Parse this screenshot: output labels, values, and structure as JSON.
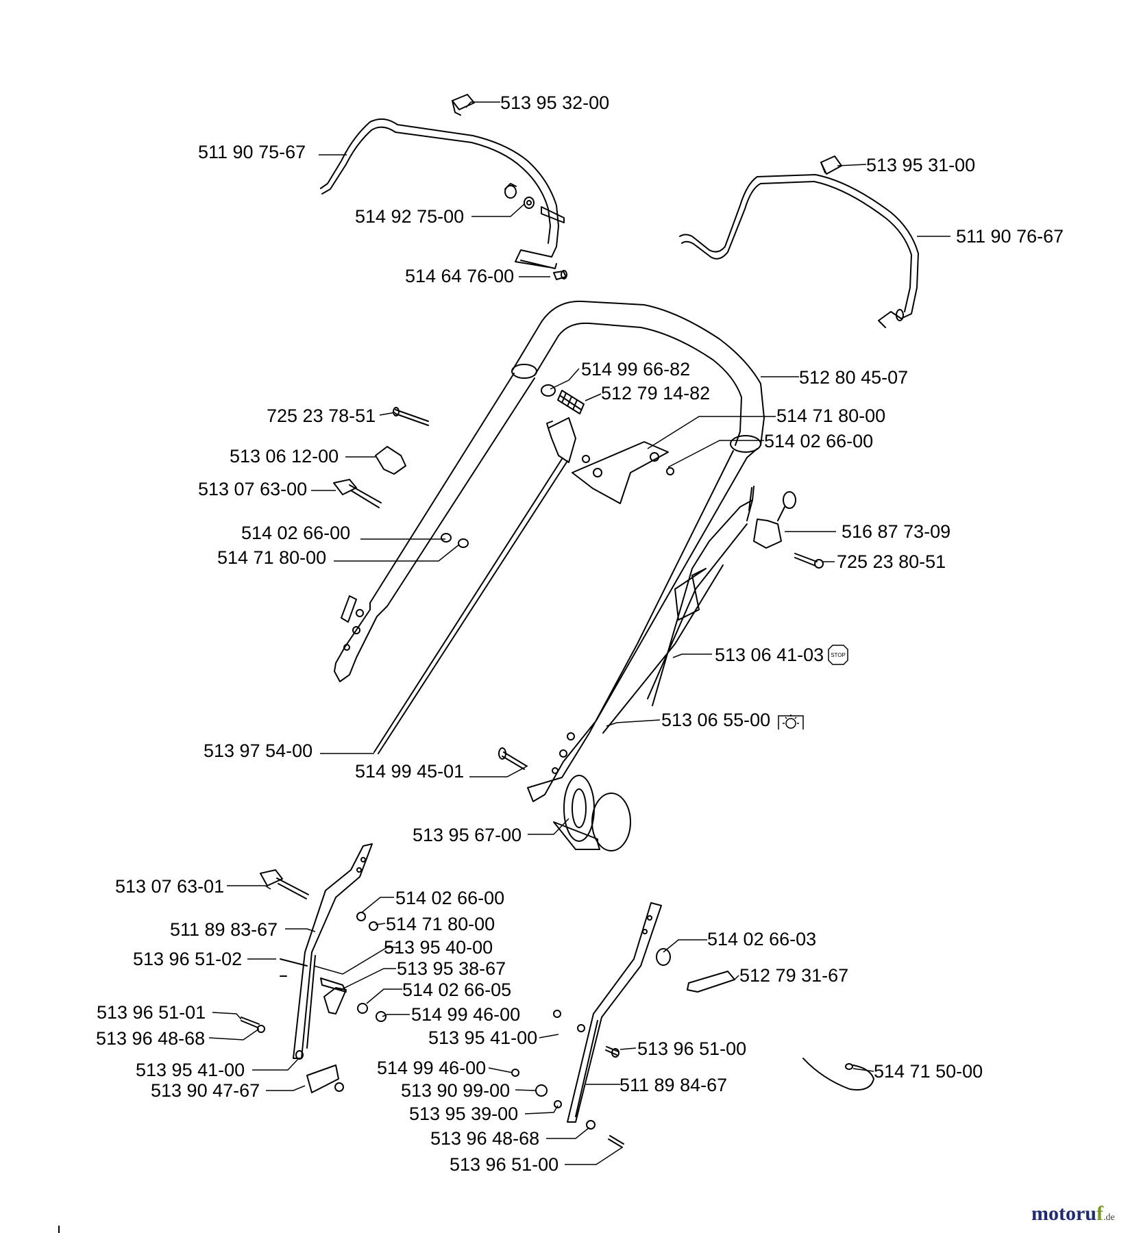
{
  "parts": [
    {
      "id": "p01",
      "label": "513 95 32-00"
    },
    {
      "id": "p02",
      "label": "511 90 75-67"
    },
    {
      "id": "p03",
      "label": "513 95 31-00"
    },
    {
      "id": "p04",
      "label": "514 92 75-00"
    },
    {
      "id": "p05",
      "label": "511 90 76-67"
    },
    {
      "id": "p06",
      "label": "514 64 76-00"
    },
    {
      "id": "p07",
      "label": "514 99 66-82"
    },
    {
      "id": "p08",
      "label": "512 80 45-07"
    },
    {
      "id": "p09",
      "label": "512 79 14-82"
    },
    {
      "id": "p10",
      "label": "725 23 78-51"
    },
    {
      "id": "p11",
      "label": "514 71 80-00"
    },
    {
      "id": "p12",
      "label": "514 02 66-00"
    },
    {
      "id": "p13",
      "label": "513 06 12-00"
    },
    {
      "id": "p14",
      "label": "513 07 63-00"
    },
    {
      "id": "p15",
      "label": "516 87 73-09"
    },
    {
      "id": "p16",
      "label": "514 02 66-00"
    },
    {
      "id": "p17",
      "label": "725 23 80-51"
    },
    {
      "id": "p18",
      "label": "514 71 80-00"
    },
    {
      "id": "p19",
      "label": "513 06 41-03"
    },
    {
      "id": "p20",
      "label": "513 06 55-00"
    },
    {
      "id": "p21",
      "label": "513 97 54-00"
    },
    {
      "id": "p22",
      "label": "514 99 45-01"
    },
    {
      "id": "p23",
      "label": "513 95 67-00"
    },
    {
      "id": "p24",
      "label": "513 07 63-01"
    },
    {
      "id": "p25",
      "label": "514 02 66-00"
    },
    {
      "id": "p26",
      "label": "514 71 80-00"
    },
    {
      "id": "p27",
      "label": "511 89 83-67"
    },
    {
      "id": "p28",
      "label": "514 02 66-03"
    },
    {
      "id": "p29",
      "label": "513 95 40-00"
    },
    {
      "id": "p30",
      "label": "513 96 51-02"
    },
    {
      "id": "p31",
      "label": "513 95 38-67"
    },
    {
      "id": "p32",
      "label": "512 79 31-67"
    },
    {
      "id": "p33",
      "label": "514 02 66-05"
    },
    {
      "id": "p34",
      "label": "513 96 51-01"
    },
    {
      "id": "p35",
      "label": "514 99 46-00"
    },
    {
      "id": "p36",
      "label": "513 96 48-68"
    },
    {
      "id": "p37",
      "label": "513 95 41-00"
    },
    {
      "id": "p38",
      "label": "513 96 51-00"
    },
    {
      "id": "p39",
      "label": "513 95 41-00"
    },
    {
      "id": "p40",
      "label": "514 99 46-00"
    },
    {
      "id": "p41",
      "label": "514 71 50-00"
    },
    {
      "id": "p42",
      "label": "513 90 47-67"
    },
    {
      "id": "p43",
      "label": "513 90 99-00"
    },
    {
      "id": "p44",
      "label": "511 89 84-67"
    },
    {
      "id": "p45",
      "label": "513 95 39-00"
    },
    {
      "id": "p46",
      "label": "513 96 48-68"
    },
    {
      "id": "p47",
      "label": "513 96 51-00"
    }
  ],
  "symbols": {
    "stop_sign_text": "STOP",
    "stop_icon": "stop-sign-icon",
    "start_icon": "engine-start-icon"
  },
  "watermark": {
    "name_main": "motoru",
    "name_accent": "f",
    "tld": ".de",
    "color_main": "#1e2a78",
    "color_accent": "#7a9a1e"
  }
}
